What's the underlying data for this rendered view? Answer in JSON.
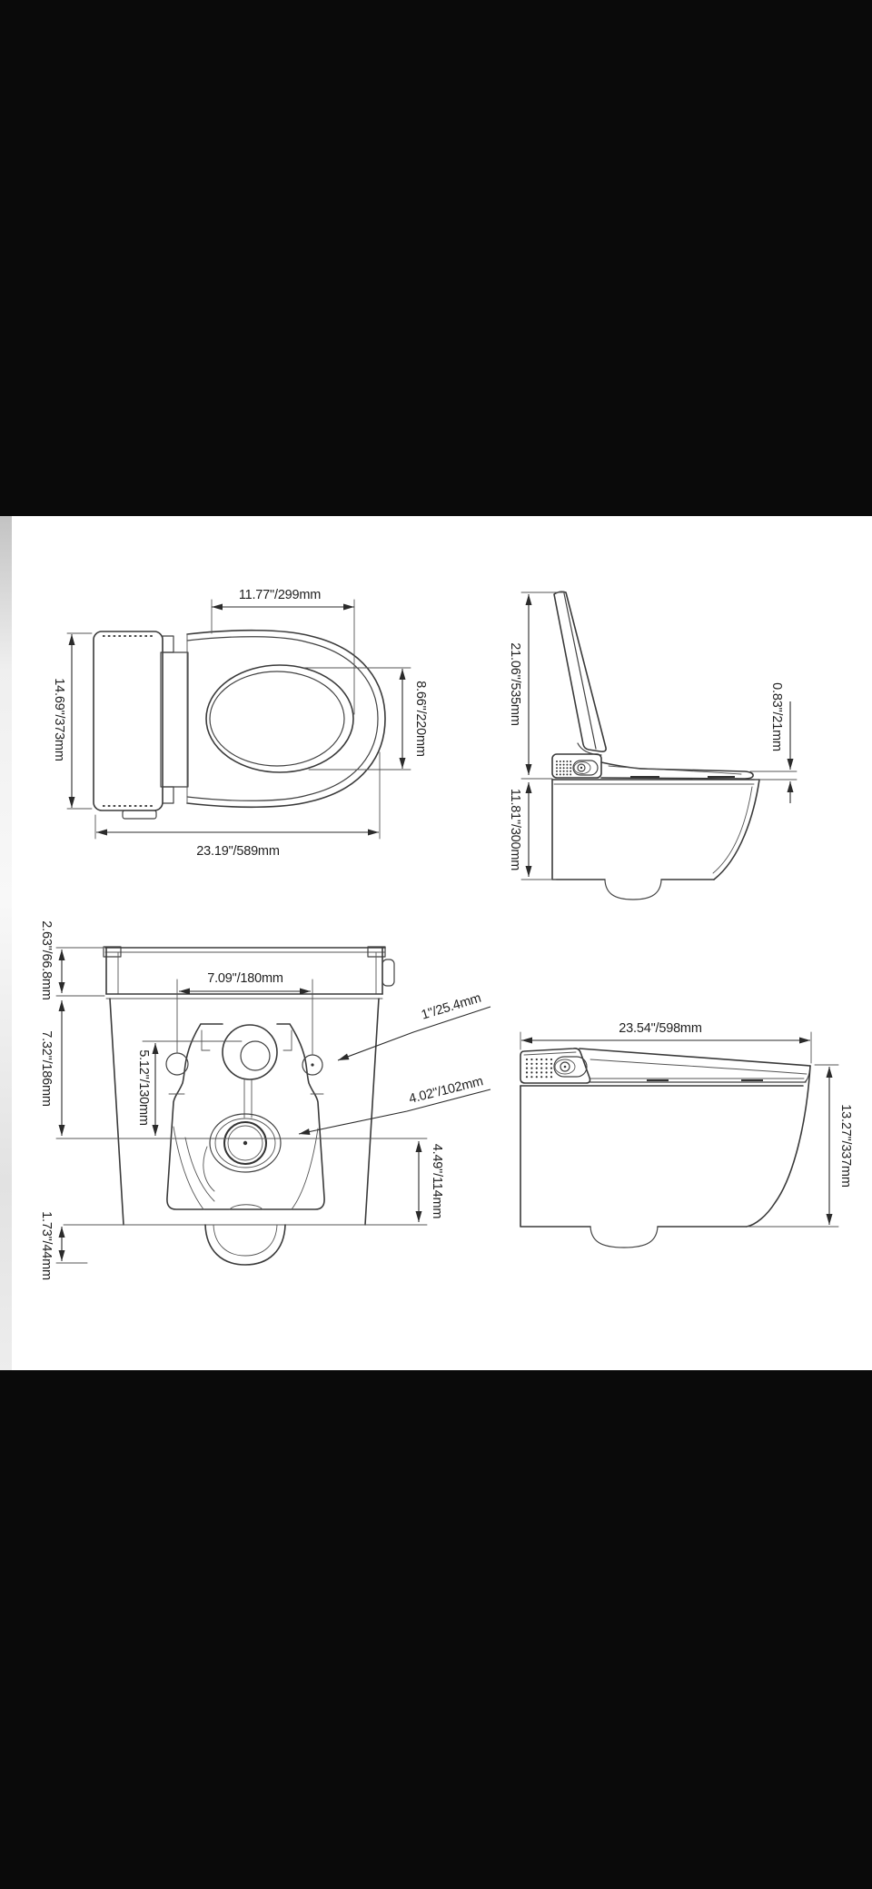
{
  "colors": {
    "background": "#0a0a0a",
    "panel": "#ffffff",
    "line": "#3a3a3a",
    "text": "#1f1f1f"
  },
  "diagram": {
    "views": {
      "top": {
        "seat_opening_length": "11.77\"/299mm",
        "overall_width": "14.69\"/373mm",
        "bowl_opening_width": "8.66\"/220mm",
        "overall_length": "23.19\"/589mm"
      },
      "side_open": {
        "lid_open_height": "21.06\"/535mm",
        "seat_thickness": "0.83\"/21mm",
        "rim_height": "11.81\"/300mm"
      },
      "rear": {
        "top_section_height": "2.63\"/66.8mm",
        "mid_section_height": "7.32\"/186mm",
        "base_section_height": "1.73\"/44mm",
        "bolt_hole_spacing": "7.09\"/180mm",
        "bolt_to_drain_distance": "5.12\"/130mm",
        "bolt_hole_diameter": "1\"/25.4mm",
        "drain_diameter": "4.02\"/102mm",
        "drain_center_height": "4.49\"/114mm"
      },
      "side_closed": {
        "overall_length": "23.54\"/598mm",
        "overall_height": "13.27\"/337mm"
      }
    }
  }
}
